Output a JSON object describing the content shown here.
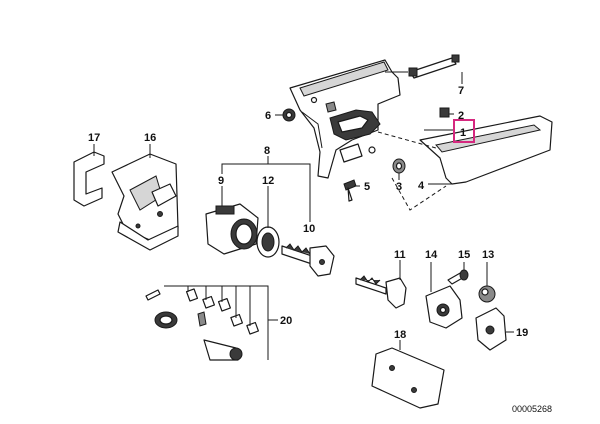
{
  "diagram": {
    "callouts": {
      "c1": "1",
      "c2": "2",
      "c3": "3",
      "c4": "4",
      "c5": "5",
      "c6": "6",
      "c7": "7",
      "c8": "8",
      "c9": "9",
      "c10": "10",
      "c11": "11",
      "c12": "12",
      "c13": "13",
      "c14": "14",
      "c15": "15",
      "c16": "16",
      "c17": "17",
      "c18": "18",
      "c19": "19",
      "c20": "20"
    },
    "highlighted_callout": "1",
    "highlight_color": "#d6287f",
    "document_number": "00005268"
  }
}
